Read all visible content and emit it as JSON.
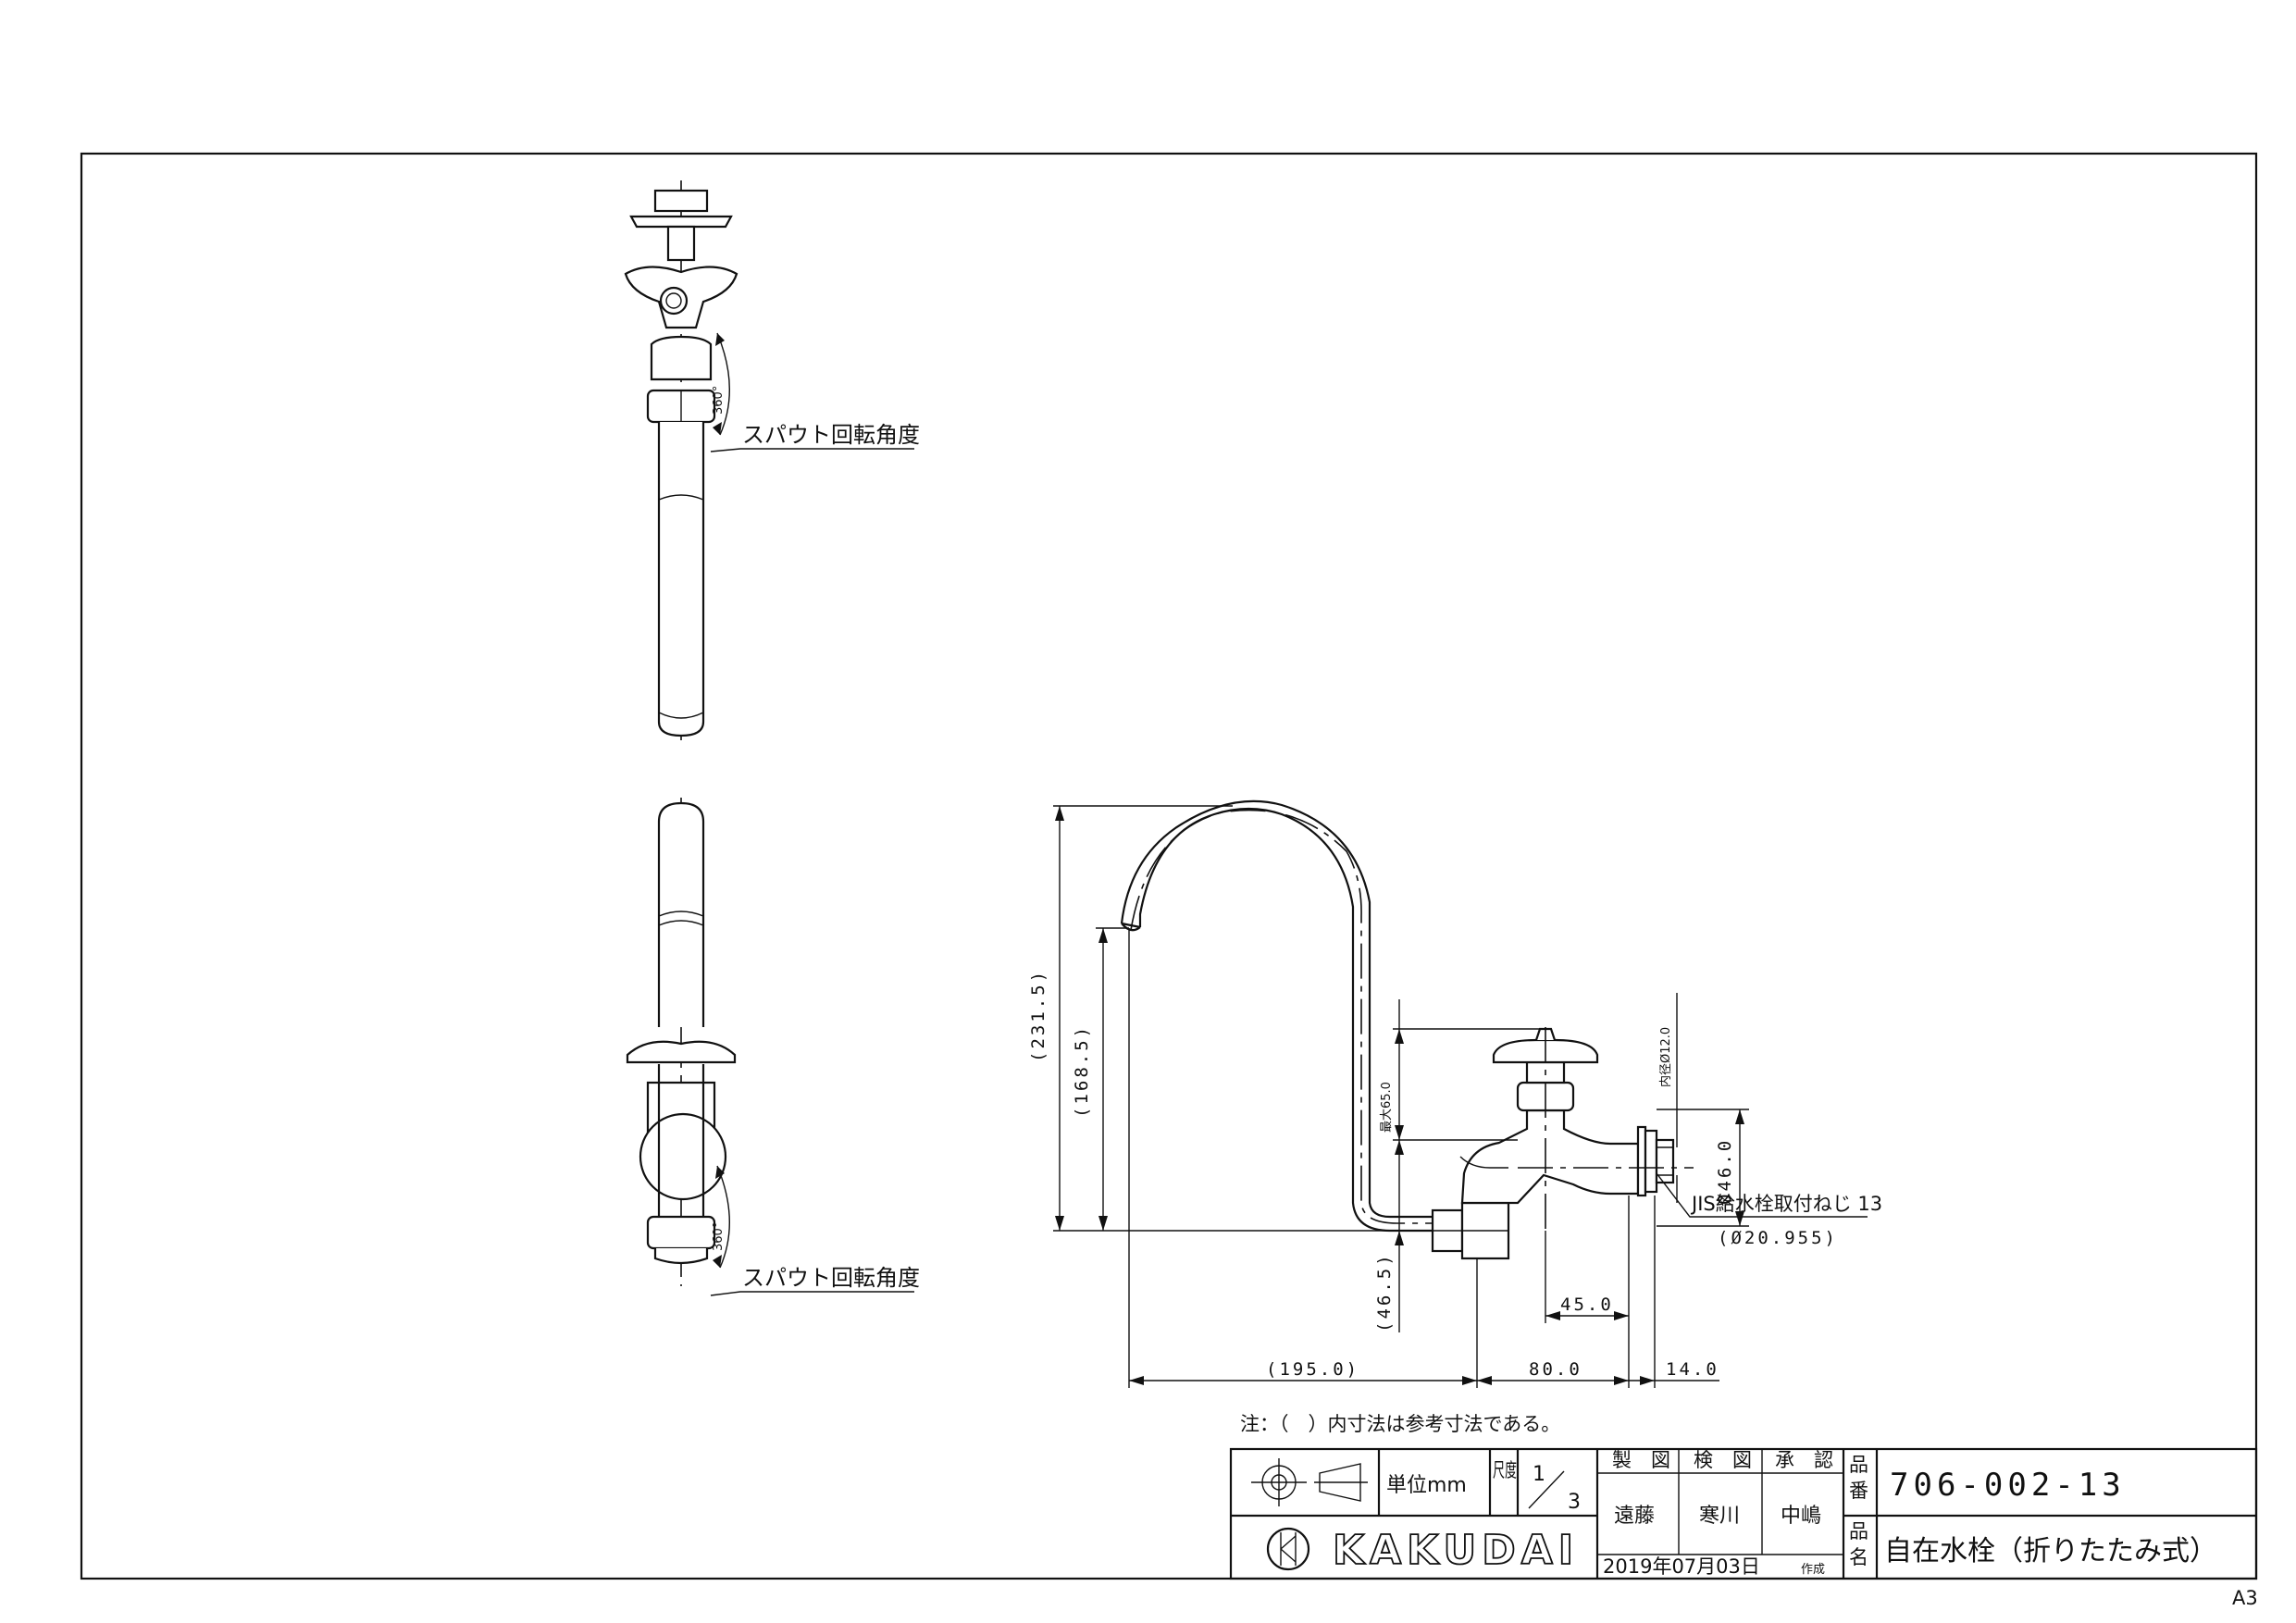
{
  "annotations": {
    "rotation_angle": "360°",
    "spout_rotation_label": "スパウト回転角度",
    "note": "注：（　）内寸法は参考寸法である。",
    "jis_thread": "JIS給水栓取付ねじ 13",
    "thread_diameter": "(Ø20.955)"
  },
  "dimensions": {
    "total_height": "(231.5)",
    "spout_height": "(168.5)",
    "max_height": "最大65.0",
    "body_height": "(46.5)",
    "inner_diameter": "内径Ø12.0",
    "flange_diameter": "Ø46.0",
    "spout_reach": "(195.0)",
    "body_length": "80.0",
    "offset": "45.0",
    "flange_thickness": "14.0"
  },
  "title_block": {
    "unit_label": "単位mm",
    "scale_label": "尺度",
    "scale_num": "1",
    "scale_den": "3",
    "roles": [
      "製　図",
      "検　図",
      "承　認"
    ],
    "names": [
      "遠藤",
      "寒川",
      "中嶋"
    ],
    "date": "2019年07月03日",
    "date_suffix": "作成",
    "part_no_label_1": "品",
    "part_no_label_2": "番",
    "part_name_label_1": "品",
    "part_name_label_2": "名",
    "part_number": "706-002-13",
    "part_name": "自在水栓（折りたたみ式）",
    "brand": "KAKUDAI",
    "sheet_size": "A3"
  }
}
